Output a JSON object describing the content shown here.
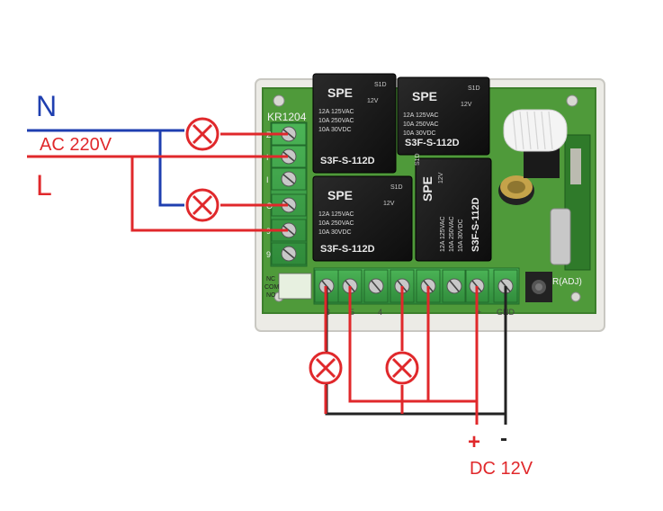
{
  "labels": {
    "neutral": "N",
    "ac_voltage": "AC 220V",
    "live": "L",
    "dc_plus": "+",
    "dc_minus": "-",
    "dc_voltage": "DC 12V"
  },
  "board": {
    "model": "KR1204",
    "adj_label": "R(ADJ)",
    "ac_terminal_labels": [
      "Z",
      "I",
      "I",
      "O",
      "9",
      "9"
    ],
    "dc_terminal_labels": [
      "3",
      "5",
      "4",
      "+",
      "GND"
    ],
    "side_table_labels": [
      "NC",
      "COM",
      "NO"
    ]
  },
  "relays": [
    {
      "brand": "SPE",
      "model": "S3F-S-112D",
      "code": "S1D",
      "coil": "12V",
      "ratings": [
        "12A 125VAC",
        "10A 250VAC",
        "10A 30VDC"
      ]
    },
    {
      "brand": "SPE",
      "model": "S3F-S-112D",
      "code": "S1D",
      "coil": "12V",
      "ratings": [
        "12A 125VAC",
        "10A 250VAC",
        "10A 30VDC"
      ]
    },
    {
      "brand": "SPE",
      "model": "S3F-S-112D",
      "code": "S1D",
      "coil": "12V",
      "ratings": [
        "12A 125VAC",
        "10A 250VAC",
        "10A 30VDC"
      ]
    },
    {
      "brand": "SPE",
      "model": "S3F-S-112D",
      "code": "S1D",
      "coil": "12V",
      "ratings": [
        "12A 125VAC",
        "10A 250VAC",
        "10A 30VDC"
      ]
    }
  ],
  "colors": {
    "neutral_wire": "#1f3fb0",
    "live_wire": "#e0282b",
    "dc_negative_wire": "#222222",
    "pcb": "#4f9a3a",
    "relay_body": "#151515",
    "terminal": "#3aa345"
  },
  "icons": {
    "lamp": "lamp-x-icon",
    "antenna": "coil-antenna-icon",
    "button": "push-button-icon"
  }
}
